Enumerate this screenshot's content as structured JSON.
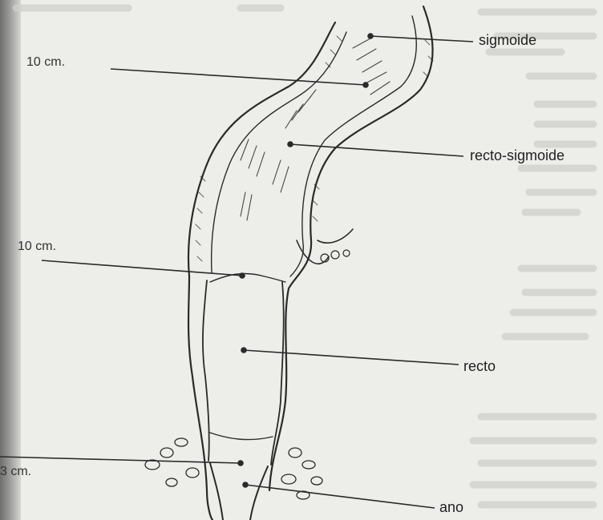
{
  "structure_labels": {
    "sigmoide": "sigmoide",
    "recto_sigmoide": "recto-sigmoide",
    "recto": "recto",
    "ano": "ano"
  },
  "measurements": {
    "upper": "10 cm.",
    "middle": "10 cm.",
    "lower": "3 cm."
  },
  "colors": {
    "ink": "#2a2a2a",
    "paper": "#ededea",
    "bleed_through": "#cfcfcb"
  }
}
